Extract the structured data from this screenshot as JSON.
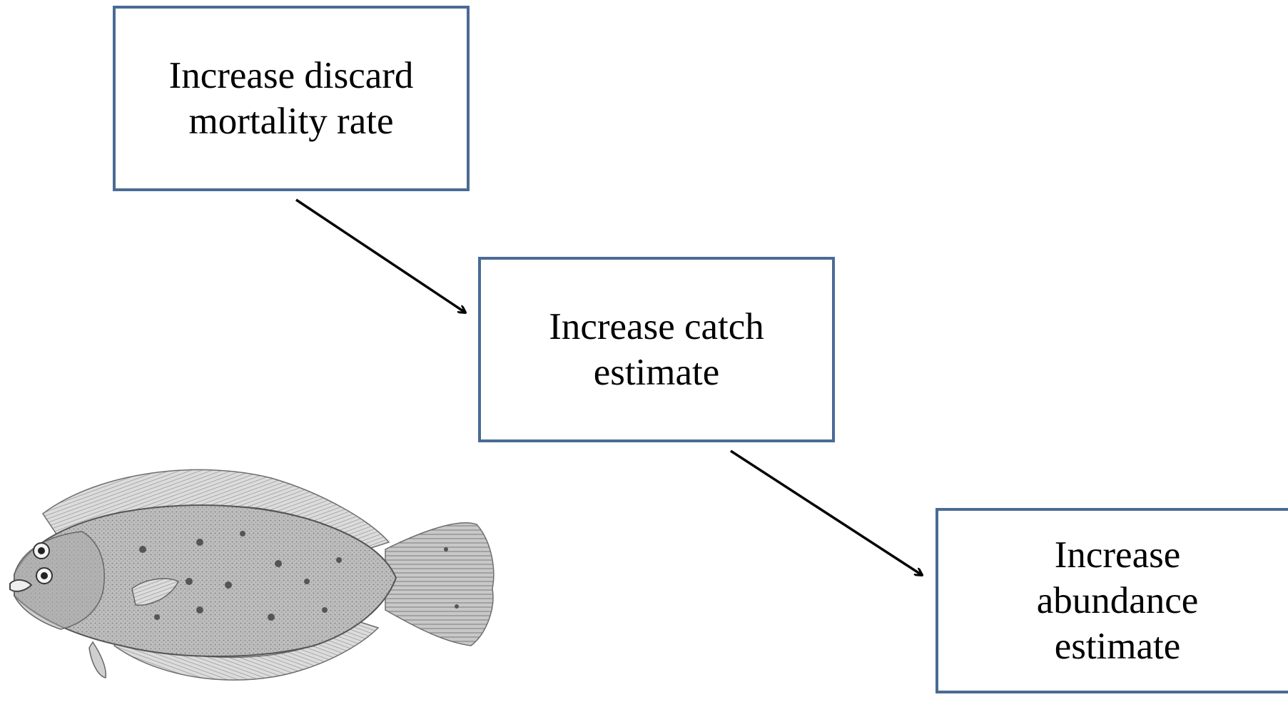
{
  "diagram": {
    "boxes": [
      {
        "id": "discard-mortality",
        "label": "Increase discard\nmortality rate"
      },
      {
        "id": "catch-estimate",
        "label": "Increase catch\nestimate"
      },
      {
        "id": "abundance-estimate",
        "label": "Increase\nabundance\nestimate"
      }
    ],
    "arrows": [
      {
        "from": "discard-mortality",
        "to": "catch-estimate"
      },
      {
        "from": "catch-estimate",
        "to": "abundance-estimate"
      }
    ],
    "colors": {
      "box_border": "#4a6b94",
      "arrow": "#000000",
      "text": "#000000"
    },
    "illustration": "flounder-fish"
  }
}
